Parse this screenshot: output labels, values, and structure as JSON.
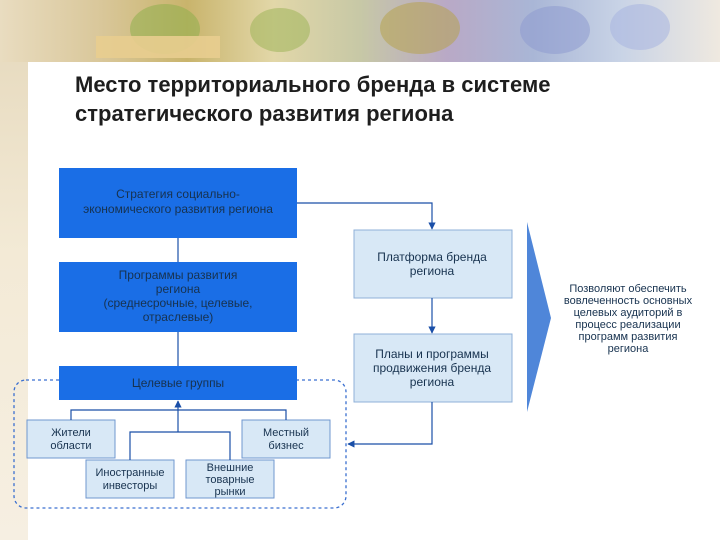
{
  "title": {
    "line1": "Место территориального бренда в системе",
    "line2": "стратегического развития региона"
  },
  "diagram": {
    "strategy_box": [
      "Стратегия социально-",
      "экономического развития региона"
    ],
    "programs_box": [
      "Программы развития",
      "региона",
      "(среднесрочные, целевые,",
      "отраслевые)"
    ],
    "target_groups_box": [
      "Целевые группы"
    ],
    "groups": {
      "residents": [
        "Жители",
        "области"
      ],
      "local_business": [
        "Местный",
        "бизнес"
      ],
      "investors": [
        "Иностранные",
        "инвесторы"
      ],
      "markets": [
        "Внешние",
        "товарные",
        "рынки"
      ]
    },
    "platform_box": [
      "Платформа бренда",
      "региона"
    ],
    "plans_box": [
      "Планы и программы",
      "продвижения бренда",
      "региона"
    ],
    "result_text": [
      "Позволяют обеспечить",
      "вовлеченность основных",
      "целевых аудиторий в",
      "процесс реализации",
      "программ развития",
      "региона"
    ]
  },
  "colors": {
    "dark_blue": "#1a6ee6",
    "light_blue": "#d8e8f6",
    "arrow_blue": "#4f86d9",
    "text_dark": "#17324f"
  }
}
